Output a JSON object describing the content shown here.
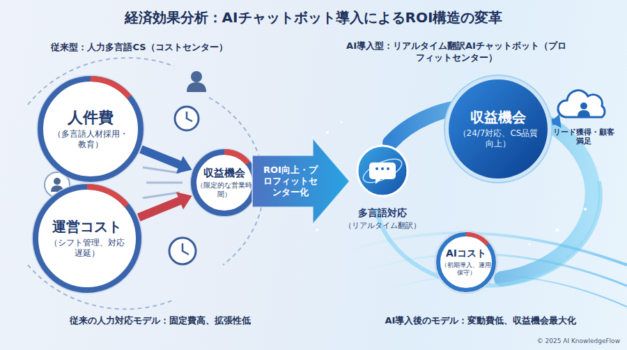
{
  "diagram": {
    "title": "経済効果分析：AIチャットボット導入によるROI構造の変革",
    "nodes": [
      {
        "text": [
          "人件費",
          "（多言語人材採用・教育）"
        ]
      },
      {
        "text": [
          "運営コスト",
          "（シフト管理、対応遅延）"
        ]
      },
      {
        "text": [
          "収益機会",
          "（限定的な営業時間）"
        ]
      },
      {
        "text": [
          "ROI向上・プロフィットセンター化"
        ]
      },
      {
        "text": [
          "多言語対応",
          "（リアルタイム翻訳）"
        ]
      },
      {
        "text": [
          "収益機会",
          "（24/7対応、CS品質向上）"
        ]
      },
      {
        "text": [
          "リード獲得・顧客満足"
        ]
      },
      {
        "text": [
          "AIコスト",
          "（初期導入、運用保守）"
        ]
      }
    ],
    "edges": [
      {
        "from": 0,
        "to": 2,
        "arrow": "to"
      },
      {
        "from": 1,
        "to": 2,
        "arrow": "to"
      },
      {
        "from": 5,
        "to": 6,
        "arrow": "to"
      }
    ],
    "labels": [
      "従来型：人力多言語CS（コストセンター）",
      "AI導入型：リアルタイム翻訳AIチャットボット（プロフィットセンター）",
      "従来の人力対応モデル：固定費高、拡張性低",
      "AI導入後のモデル：変動費低、収益機会最大化",
      "© 2025 AI KnowledgeFlow"
    ]
  }
}
